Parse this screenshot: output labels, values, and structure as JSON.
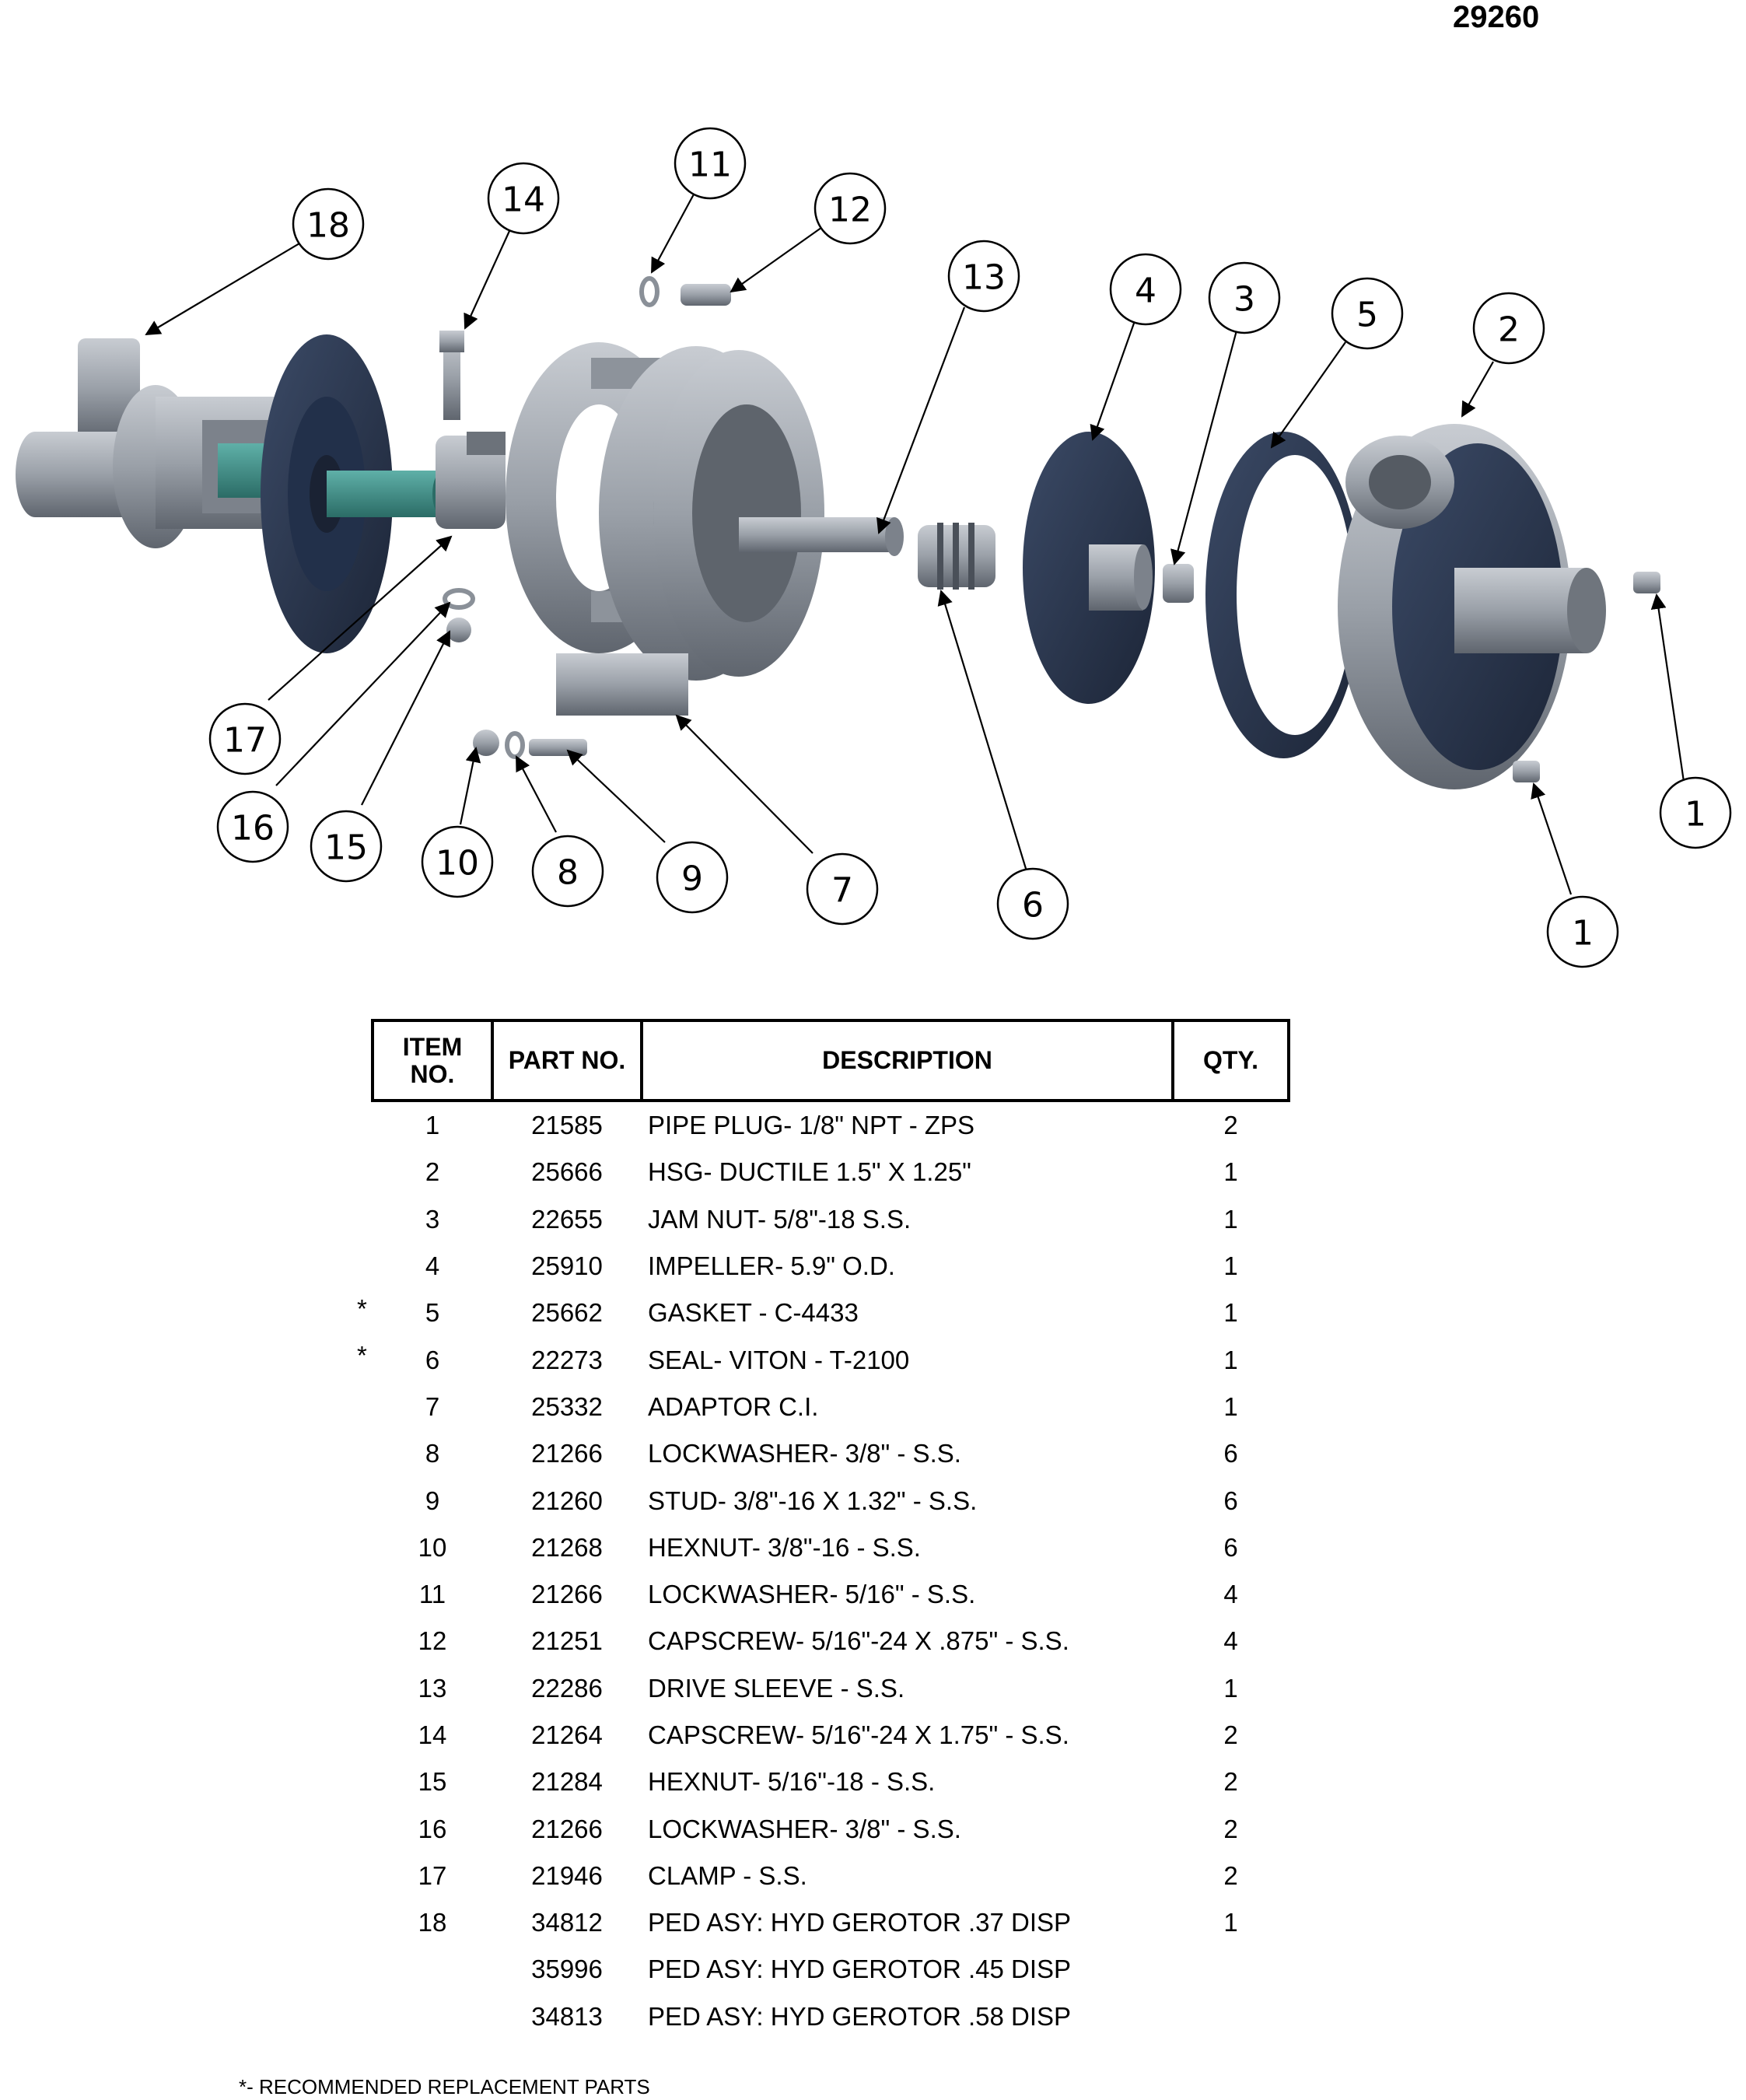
{
  "document": {
    "number": "29260",
    "footnote": "*- RECOMMENDED REPLACEMENT PARTS"
  },
  "diagram": {
    "callouts": [
      "18",
      "14",
      "11",
      "12",
      "13",
      "4",
      "3",
      "5",
      "2",
      "17",
      "16",
      "15",
      "10",
      "8",
      "9",
      "7",
      "6",
      "1",
      "1"
    ]
  },
  "table": {
    "headers": [
      "ITEM NO.",
      "PART NO.",
      "DESCRIPTION",
      "QTY."
    ],
    "rows": [
      {
        "mark": "",
        "item": "1",
        "part": "21585",
        "desc": "PIPE PLUG- 1/8\" NPT - ZPS",
        "qty": "2"
      },
      {
        "mark": "",
        "item": "2",
        "part": "25666",
        "desc": "HSG- DUCTILE 1.5\" X 1.25\"",
        "qty": "1"
      },
      {
        "mark": "",
        "item": "3",
        "part": "22655",
        "desc": "JAM NUT- 5/8\"-18 S.S.",
        "qty": "1"
      },
      {
        "mark": "",
        "item": "4",
        "part": "25910",
        "desc": "IMPELLER- 5.9\" O.D.",
        "qty": "1"
      },
      {
        "mark": "*",
        "item": "5",
        "part": "25662",
        "desc": "GASKET - C-4433",
        "qty": "1"
      },
      {
        "mark": "*",
        "item": "6",
        "part": "22273",
        "desc": "SEAL- VITON - T-2100",
        "qty": "1"
      },
      {
        "mark": "",
        "item": "7",
        "part": "25332",
        "desc": "ADAPTOR C.I.",
        "qty": "1"
      },
      {
        "mark": "",
        "item": "8",
        "part": "21266",
        "desc": "LOCKWASHER- 3/8\" - S.S.",
        "qty": "6"
      },
      {
        "mark": "",
        "item": "9",
        "part": "21260",
        "desc": "STUD- 3/8\"-16 X 1.32\" - S.S.",
        "qty": "6"
      },
      {
        "mark": "",
        "item": "10",
        "part": "21268",
        "desc": "HEXNUT- 3/8\"-16 - S.S.",
        "qty": "6"
      },
      {
        "mark": "",
        "item": "11",
        "part": "21266",
        "desc": "LOCKWASHER- 5/16\" - S.S.",
        "qty": "4"
      },
      {
        "mark": "",
        "item": "12",
        "part": "21251",
        "desc": "CAPSCREW- 5/16\"-24 X .875\" - S.S.",
        "qty": "4"
      },
      {
        "mark": "",
        "item": "13",
        "part": "22286",
        "desc": "DRIVE SLEEVE - S.S.",
        "qty": "1"
      },
      {
        "mark": "",
        "item": "14",
        "part": "21264",
        "desc": "CAPSCREW- 5/16\"-24 X 1.75\" - S.S.",
        "qty": "2"
      },
      {
        "mark": "",
        "item": "15",
        "part": "21284",
        "desc": "HEXNUT- 5/16\"-18 - S.S.",
        "qty": "2"
      },
      {
        "mark": "",
        "item": "16",
        "part": "21266",
        "desc": "LOCKWASHER- 3/8\" - S.S.",
        "qty": "2"
      },
      {
        "mark": "",
        "item": "17",
        "part": "21946",
        "desc": "CLAMP - S.S.",
        "qty": "2"
      },
      {
        "mark": "",
        "item": "18",
        "part": "34812",
        "desc": "PED ASY: HYD GEROTOR .37 DISP",
        "qty": "1"
      },
      {
        "mark": "",
        "item": "",
        "part": "35996",
        "desc": "PED ASY: HYD GEROTOR .45 DISP",
        "qty": ""
      },
      {
        "mark": "",
        "item": "",
        "part": "34813",
        "desc": "PED ASY: HYD GEROTOR .58 DISP",
        "qty": ""
      }
    ]
  },
  "colors": {
    "part_dark": "#2f3d55",
    "part_metal": "#9aa0a8",
    "shaft": "#3f8f88"
  }
}
